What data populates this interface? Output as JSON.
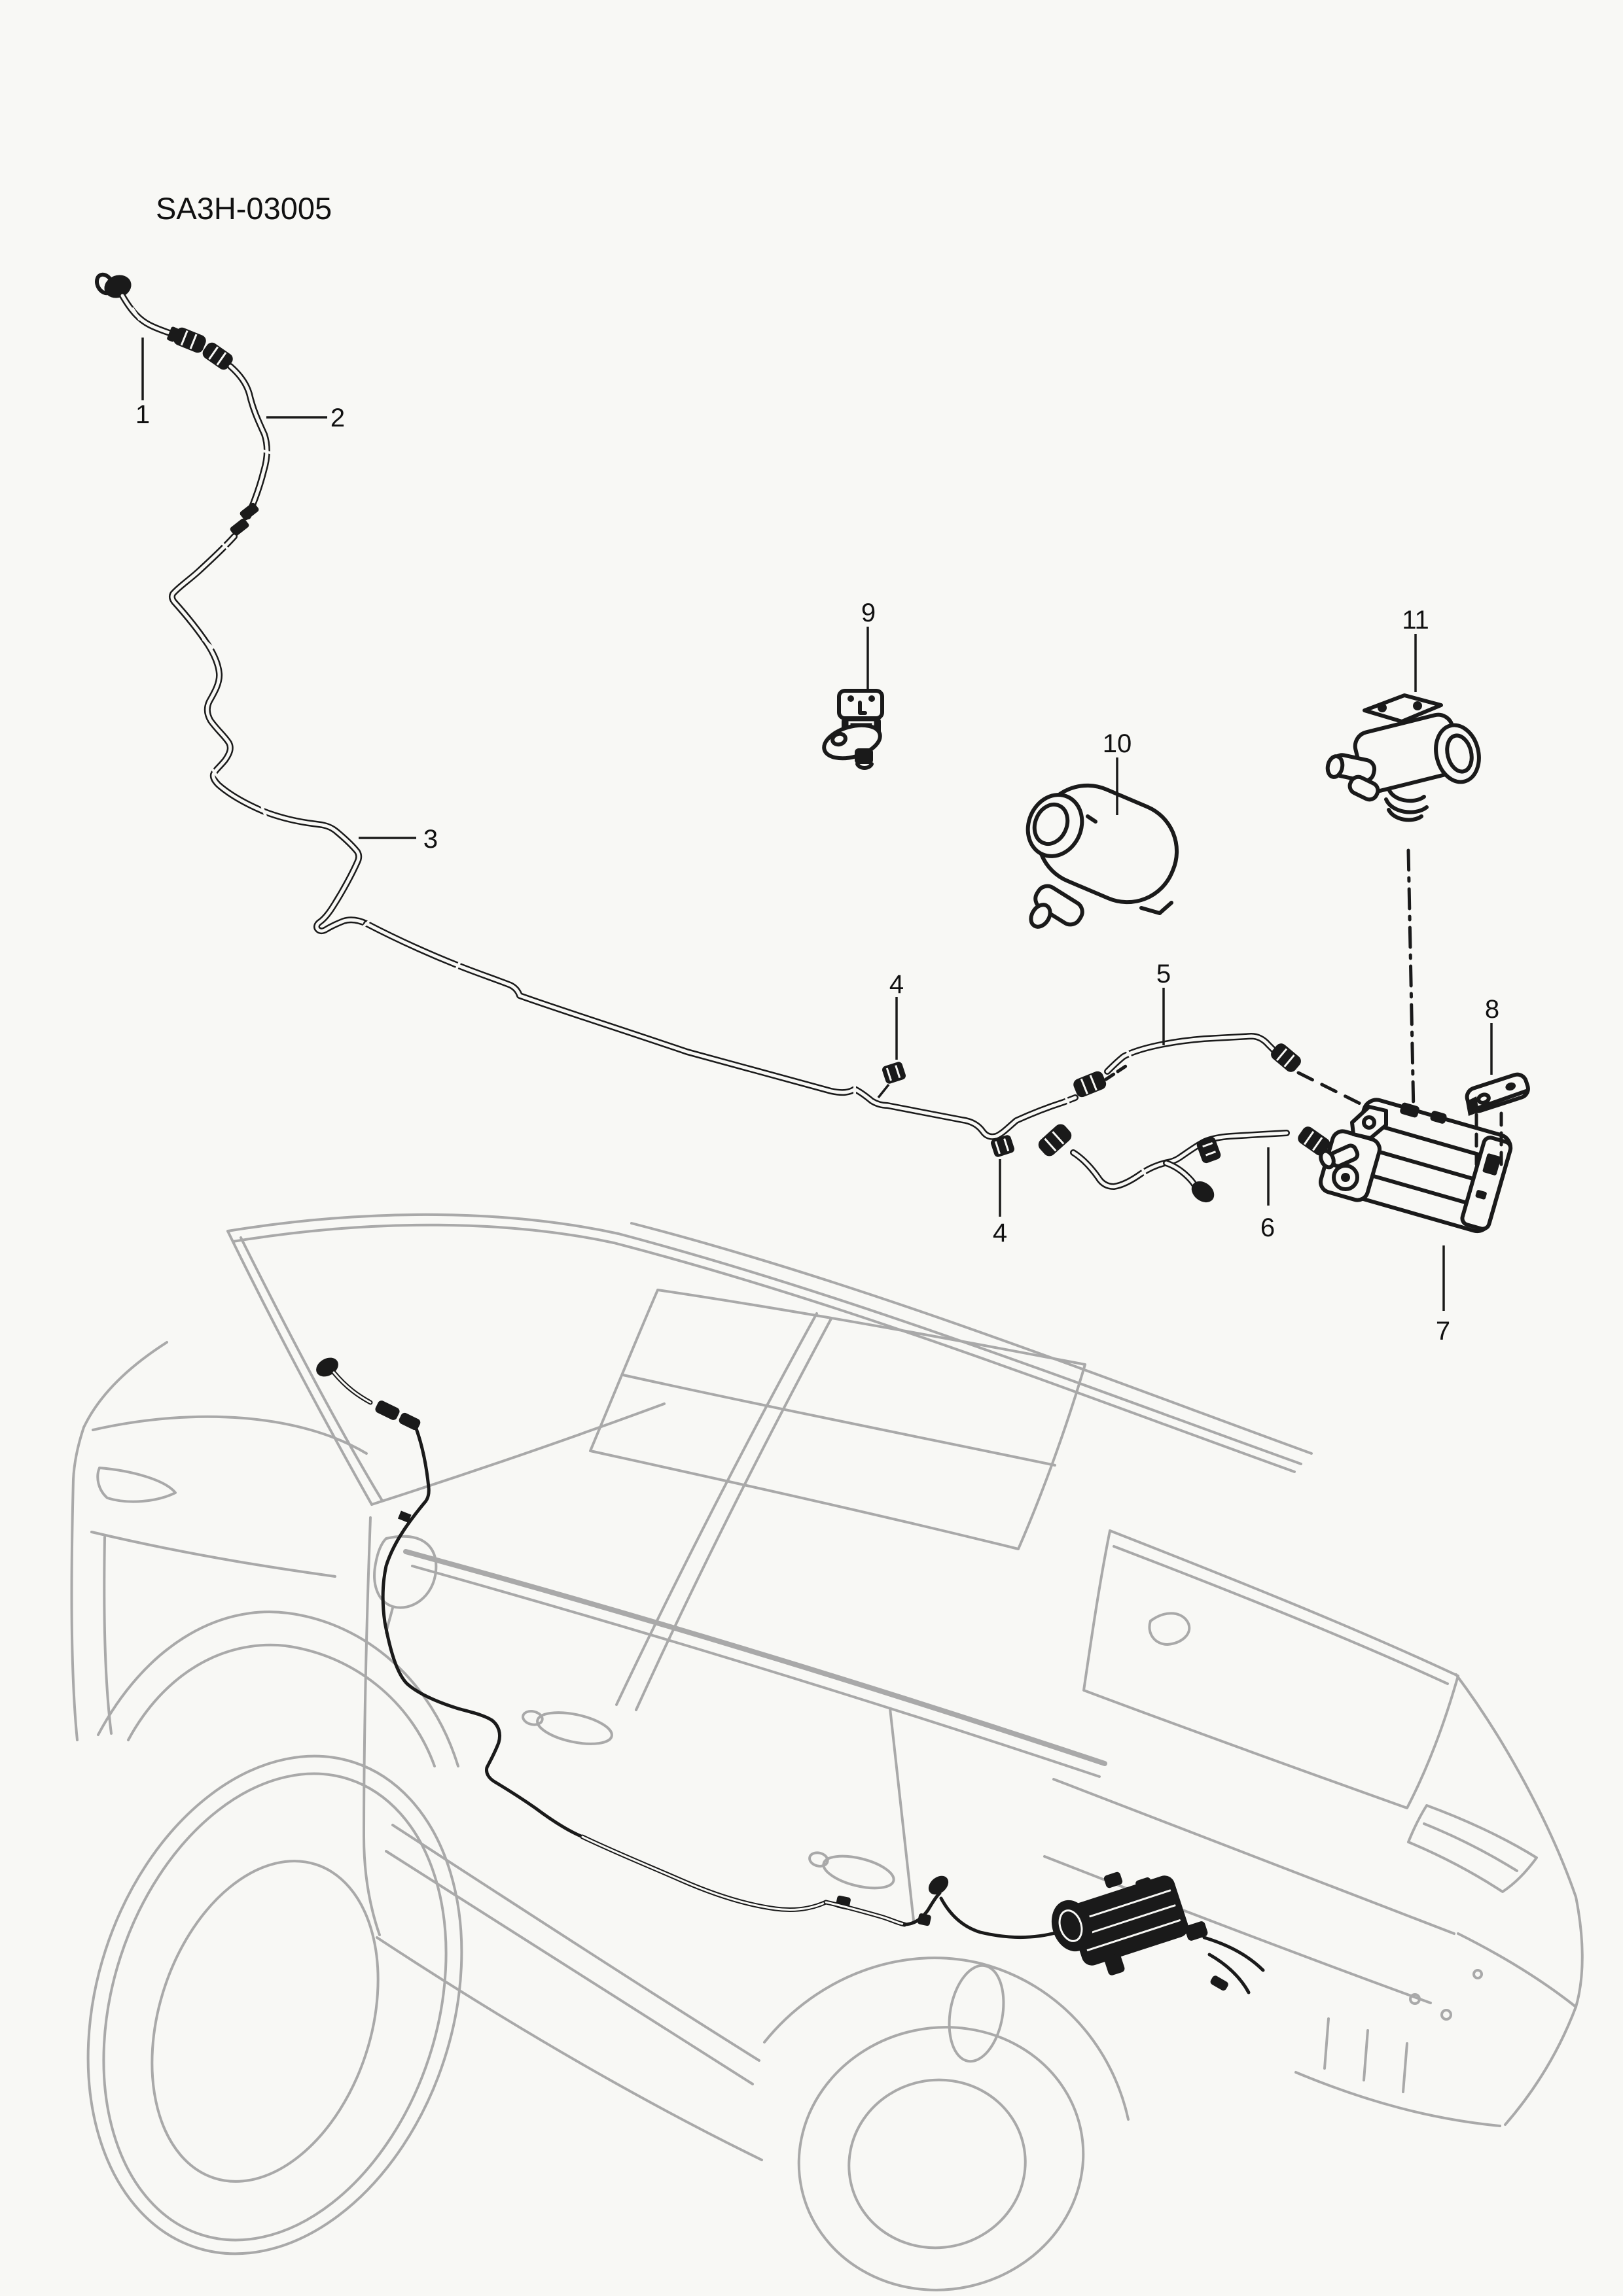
{
  "colors": {
    "background": "#f8f8f5",
    "line": "#1a1a1a",
    "car_outline": "#a9a9a9",
    "label_text": "#111111"
  },
  "diagram": {
    "code": "SA3H-03005",
    "callouts": [
      {
        "label": "1"
      },
      {
        "label": "2"
      },
      {
        "label": "3"
      },
      {
        "label": "4"
      },
      {
        "label": "4"
      },
      {
        "label": "5"
      },
      {
        "label": "6"
      },
      {
        "label": "7"
      },
      {
        "label": "8"
      },
      {
        "label": "9"
      },
      {
        "label": "10"
      },
      {
        "label": "11"
      }
    ]
  }
}
